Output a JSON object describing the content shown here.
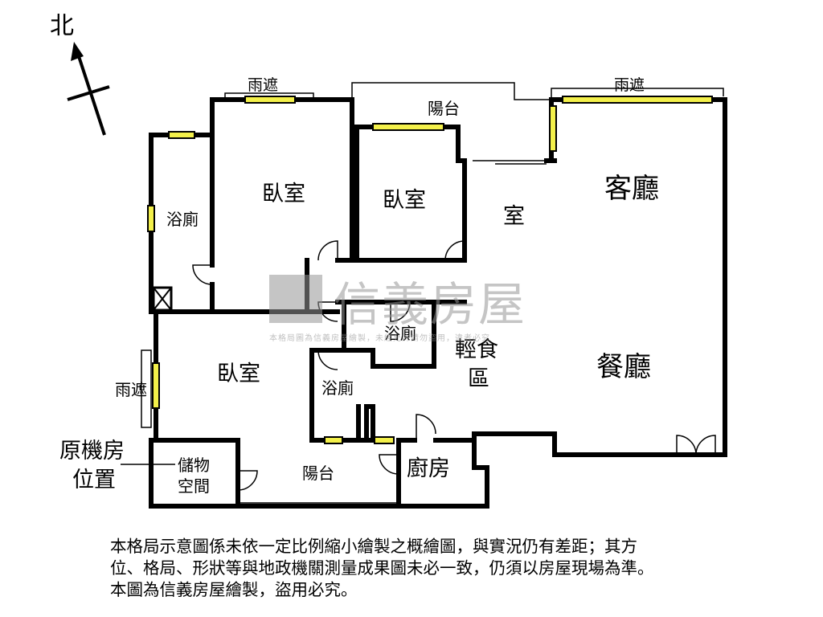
{
  "compass": {
    "label": "北"
  },
  "rooms": {
    "bedroom_1": "臥室",
    "bedroom_2": "臥室",
    "bedroom_3": "臥室",
    "bathroom_1": "浴廁",
    "bathroom_2": "浴廁",
    "bathroom_3": "浴廁",
    "balcony_top": "陽台",
    "balcony_bottom": "陽台",
    "study": "室",
    "living_room": "客廳",
    "dining_room": "餐廳",
    "light_meal_line1": "輕食",
    "light_meal_line2": "區",
    "kitchen": "廚房",
    "storage_line1": "儲物",
    "storage_line2": "空間",
    "awning_top_left": "雨遮",
    "awning_top_right": "雨遮",
    "awning_left": "雨遮"
  },
  "callout": {
    "line1": "原機房",
    "line2": "位置"
  },
  "watermark": {
    "brand": "信義房屋",
    "small": "本格局圖為信義房屋繪製，未經允許請勿盜用，違者必究"
  },
  "disclaimer": {
    "line1": "本格局示意圖係未依一定比例縮小繪製之概繪圖，與實況仍有差距；其方",
    "line2": "位、格局、形狀等與地政機關測量成果圖未必一致，仍須以房屋現場為準。",
    "line3": "本圖為信義房屋繪製，盜用必究。"
  },
  "colors": {
    "wall": "#000000",
    "window": "#f3f04a",
    "watermark": "#969696"
  }
}
